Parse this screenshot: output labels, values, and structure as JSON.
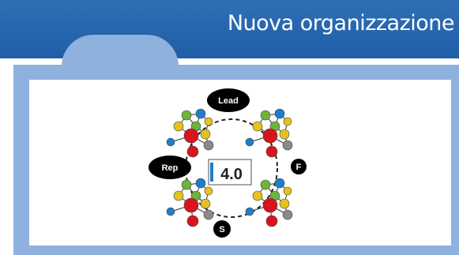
{
  "slide": {
    "title": "Nuova organizzazione"
  },
  "diagram": {
    "center_label": "4.0",
    "nodes": {
      "lead": "Lead",
      "rep": "Rep",
      "f": "F",
      "s": "S"
    }
  },
  "colors": {
    "title_bar": "#1f5ea8",
    "panel": "#8fb1dd",
    "red_node": "#d8141c",
    "yellow_node": "#e6c21e",
    "green_node": "#6cb43a",
    "blue_node": "#1e7ec8",
    "gray_node": "#8a8a8a",
    "black_label": "#000000"
  }
}
